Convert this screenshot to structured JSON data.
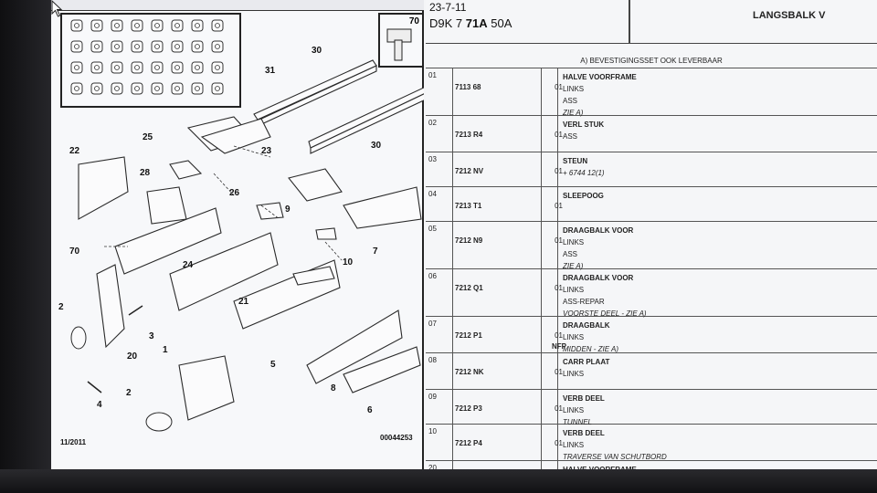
{
  "diagram": {
    "date": "11/2011",
    "code": "00044253",
    "bolt_ref": "70",
    "callouts": [
      "31",
      "30",
      "30",
      "23",
      "25",
      "22",
      "28",
      "26",
      "9",
      "7",
      "10",
      "70",
      "24",
      "21",
      "3",
      "2",
      "20",
      "5",
      "1",
      "8",
      "4",
      "2",
      "6"
    ]
  },
  "header": {
    "date": "23-7-11",
    "ref_a": "D9K 7",
    "ref_b": "71A",
    "ref_c": "50A",
    "title": "LANGSBALK V"
  },
  "note": "A) BEVESTIGINGSSET OOK LEVERBAAR",
  "rows": [
    {
      "num": "01",
      "ref": "7113 68",
      "nfp": "",
      "qty": "01",
      "lines": [
        "HALVE VOORFRAME",
        "LINKS",
        "ASS",
        "ZIE A)"
      ]
    },
    {
      "num": "02",
      "ref": "7213 R4",
      "nfp": "",
      "qty": "01",
      "lines": [
        "VERL STUK",
        "ASS"
      ]
    },
    {
      "num": "03",
      "ref": "7212 NV",
      "nfp": "",
      "qty": "01",
      "lines": [
        "STEUN",
        "+ 6744 12(1)"
      ]
    },
    {
      "num": "04",
      "ref": "7213 T1",
      "nfp": "",
      "qty": "01",
      "lines": [
        "SLEEPOOG"
      ]
    },
    {
      "num": "05",
      "ref": "7212 N9",
      "nfp": "",
      "qty": "01",
      "lines": [
        "DRAAGBALK VOOR",
        "LINKS",
        "ASS",
        "ZIE A)"
      ]
    },
    {
      "num": "06",
      "ref": "7212 Q1",
      "nfp": "",
      "qty": "01",
      "lines": [
        "DRAAGBALK VOOR",
        "LINKS",
        "ASS-REPAR",
        "VOORSTE DEEL - ZIE A)"
      ]
    },
    {
      "num": "07",
      "ref": "7212 P1",
      "nfp": "NFP",
      "qty": "01",
      "lines": [
        "DRAAGBALK",
        "LINKS",
        "MIDDEN - ZIE A)"
      ]
    },
    {
      "num": "08",
      "ref": "7212 NK",
      "nfp": "",
      "qty": "01",
      "lines": [
        "CARR PLAAT",
        "LINKS"
      ]
    },
    {
      "num": "09",
      "ref": "7212 P3",
      "nfp": "",
      "qty": "01",
      "lines": [
        "VERB DEEL",
        "LINKS",
        "TUNNEL"
      ]
    },
    {
      "num": "10",
      "ref": "7212 P4",
      "nfp": "",
      "qty": "01",
      "lines": [
        "VERB DEEL",
        "LINKS",
        "TRAVERSE VAN SCHUTBORD"
      ]
    },
    {
      "num": "20",
      "ref": "",
      "nfp": "",
      "qty": "",
      "lines": [
        "HALVE VOORFRAME"
      ]
    }
  ],
  "icons": {
    "cursor": "mouse-pointer-icon",
    "bolt": "bolt-icon"
  }
}
